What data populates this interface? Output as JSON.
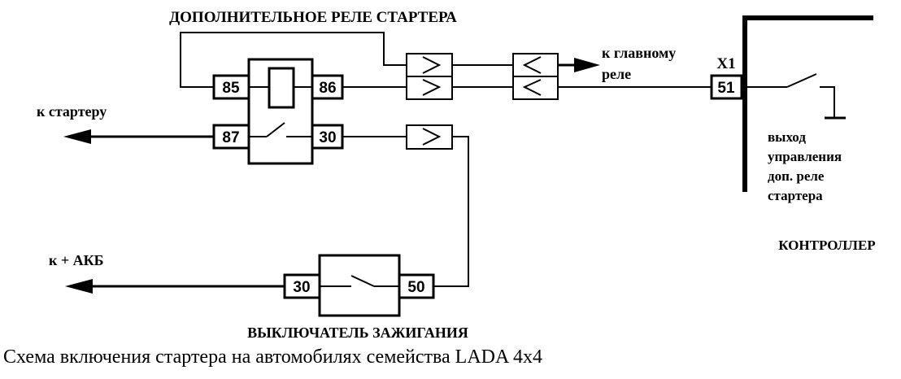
{
  "relay": {
    "title": "ДОПОЛНИТЕЛЬНОЕ РЕЛЕ СТАРТЕРА",
    "pin_85": "85",
    "pin_86": "86",
    "pin_87": "87",
    "pin_30": "30"
  },
  "labels": {
    "to_starter": "к стартеру",
    "to_main_relay_1": "к главному",
    "to_main_relay_2": "реле",
    "to_battery": "к + АКБ"
  },
  "controller": {
    "connector": "X1",
    "pin_51": "51",
    "output_line1": "выход",
    "output_line2": "управления",
    "output_line3": "доп. реле",
    "output_line4": "стартера",
    "title": "КОНТРОЛЛЕР"
  },
  "ignition": {
    "title": "ВЫКЛЮЧАТЕЛЬ ЗАЖИГАНИЯ",
    "pin_30": "30",
    "pin_50": "50"
  },
  "caption": "Схема включения стартера на автомобилях семейства LADA 4x4"
}
